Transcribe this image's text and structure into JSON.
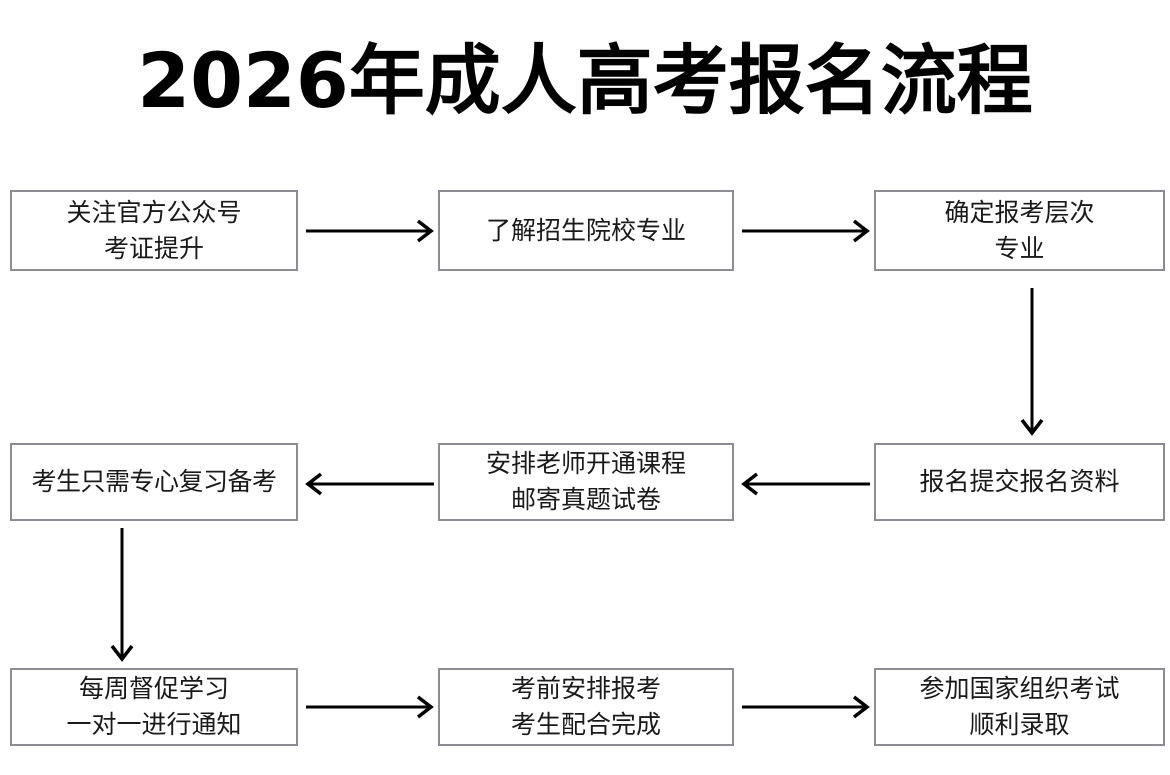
{
  "page": {
    "title": "2026年成人高考报名流程",
    "background_color": "#ffffff",
    "title_color": "#000000",
    "box_border_color": "#8c8c92",
    "box_fill_color": "#ffffff",
    "box_text_color": "#1a1a1a",
    "arrow_color": "#000000"
  },
  "flowchart": {
    "type": "process-flow",
    "columns": 3,
    "rows": 3,
    "nodes": [
      {
        "id": "n1",
        "order": 1,
        "row": 1,
        "column": 1,
        "line1": "关注官方公众号",
        "line2": "考证提升"
      },
      {
        "id": "n2",
        "order": 2,
        "row": 1,
        "column": 2,
        "line1": "了解招生院校专业",
        "line2": ""
      },
      {
        "id": "n3",
        "order": 3,
        "row": 1,
        "column": 3,
        "line1": "确定报考层次",
        "line2": "专业"
      },
      {
        "id": "n4",
        "order": 4,
        "row": 2,
        "column": 3,
        "line1": "报名提交报名资料",
        "line2": ""
      },
      {
        "id": "n5",
        "order": 5,
        "row": 2,
        "column": 2,
        "line1": "安排老师开通课程",
        "line2": "邮寄真题试卷"
      },
      {
        "id": "n6",
        "order": 6,
        "row": 2,
        "column": 1,
        "line1": "考生只需专心复习备考",
        "line2": ""
      },
      {
        "id": "n7",
        "order": 7,
        "row": 3,
        "column": 1,
        "line1": "每周督促学习",
        "line2": "一对一进行通知"
      },
      {
        "id": "n8",
        "order": 8,
        "row": 3,
        "column": 2,
        "line1": "考前安排报考",
        "line2": "考生配合完成"
      },
      {
        "id": "n9",
        "order": 9,
        "row": 3,
        "column": 3,
        "line1": "参加国家组织考试",
        "line2": "顺利录取"
      }
    ],
    "connectors": [
      {
        "id": "c1",
        "from": "n1",
        "to": "n2",
        "direction": "right"
      },
      {
        "id": "c2",
        "from": "n2",
        "to": "n3",
        "direction": "right"
      },
      {
        "id": "c3",
        "from": "n3",
        "to": "n4",
        "direction": "down"
      },
      {
        "id": "c4",
        "from": "n4",
        "to": "n5",
        "direction": "left"
      },
      {
        "id": "c5",
        "from": "n5",
        "to": "n6",
        "direction": "left"
      },
      {
        "id": "c6",
        "from": "n6",
        "to": "n7",
        "direction": "down"
      },
      {
        "id": "c7",
        "from": "n7",
        "to": "n8",
        "direction": "right"
      },
      {
        "id": "c8",
        "from": "n8",
        "to": "n9",
        "direction": "right"
      }
    ]
  }
}
